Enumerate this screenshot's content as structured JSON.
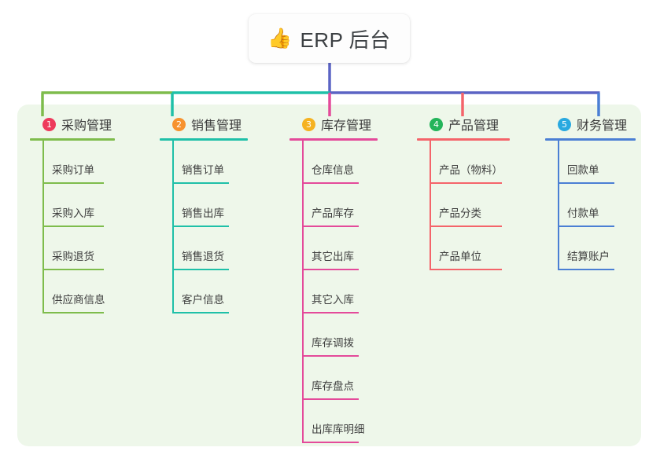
{
  "diagram": {
    "type": "mind-map",
    "root": {
      "icon": "thumbs-up-icon",
      "emoji": "👍",
      "title": "ERP 后台"
    },
    "panel_color": "#eef7ea",
    "trunk_color": "#5b64c4",
    "branches": [
      {
        "index": "1",
        "title": "采购管理",
        "color": "#7ebc4c",
        "badge_color": "#ee3a5c",
        "children": [
          "采购订单",
          "采购入库",
          "采购退货",
          "供应商信息"
        ]
      },
      {
        "index": "2",
        "title": "销售管理",
        "color": "#1fc0a8",
        "badge_color": "#f7922e",
        "children": [
          "销售订单",
          "销售出库",
          "销售退货",
          "客户信息"
        ]
      },
      {
        "index": "3",
        "title": "库存管理",
        "color": "#e44a9a",
        "badge_color": "#f5b221",
        "children": [
          "仓库信息",
          "产品库存",
          "其它出库",
          "其它入库",
          "库存调拨",
          "库存盘点",
          "出库库明细"
        ]
      },
      {
        "index": "4",
        "title": "产品管理",
        "color": "#f4646a",
        "badge_color": "#23b45a",
        "children": [
          "产品（物料）",
          "产品分类",
          "产品单位"
        ]
      },
      {
        "index": "5",
        "title": "财务管理",
        "color": "#4b7fd4",
        "badge_color": "#29a9e0",
        "children": [
          "回款单",
          "付款单",
          "结算账户"
        ]
      }
    ]
  }
}
